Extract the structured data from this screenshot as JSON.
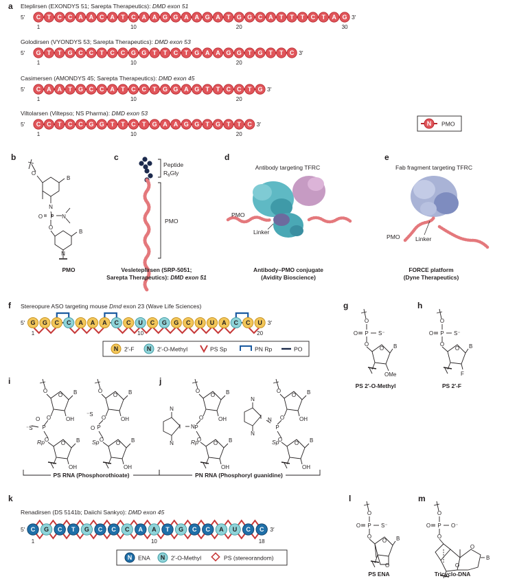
{
  "colors": {
    "pmo_fill": "#e0555a",
    "pmo_stroke": "#b8282e",
    "f2_fill": "#f2c659",
    "f2_stroke": "#c58f1e",
    "ome_fill": "#8fd3d8",
    "ome_stroke": "#3f9aa3",
    "ena_fill": "#1f6fa8",
    "ena_stroke": "#0f3e66",
    "ps_link": "#c73a3a",
    "pn_link": "#1a5aa0",
    "po_link": "#1b2a4a"
  },
  "panel_a": {
    "label": "a",
    "sequences": [
      {
        "name_plain": "Eteplirsen (EXONDYS 51; Sarepta Therapeutics): ",
        "name_target": "DMD exon 51",
        "bases": [
          "C",
          "T",
          "C",
          "C",
          "A",
          "A",
          "C",
          "A",
          "T",
          "C",
          "A",
          "A",
          "G",
          "G",
          "A",
          "A",
          "G",
          "A",
          "T",
          "G",
          "G",
          "C",
          "A",
          "T",
          "T",
          "T",
          "C",
          "T",
          "A",
          "G"
        ],
        "numbers": [
          "1",
          "10",
          "20",
          "30"
        ]
      },
      {
        "name_plain": "Golodirsen (VYONDYS 53; Sarepta Therapeutics): ",
        "name_target": "DMD exon 53",
        "bases": [
          "G",
          "T",
          "T",
          "G",
          "C",
          "C",
          "T",
          "C",
          "C",
          "G",
          "G",
          "T",
          "T",
          "C",
          "T",
          "G",
          "A",
          "A",
          "G",
          "G",
          "T",
          "G",
          "T",
          "T",
          "C"
        ],
        "numbers": [
          "1",
          "10",
          "20"
        ]
      },
      {
        "name_plain": "Casimersen (AMONDYS 45; Sarepta Therapeutics): ",
        "name_target": "DMD exon 45",
        "bases": [
          "C",
          "A",
          "A",
          "T",
          "G",
          "C",
          "C",
          "A",
          "T",
          "C",
          "C",
          "T",
          "G",
          "G",
          "A",
          "G",
          "T",
          "T",
          "C",
          "C",
          "T",
          "G"
        ],
        "numbers": [
          "1",
          "10",
          "20"
        ]
      },
      {
        "name_plain": "Viltolarsen (Viltepso; NS Pharma): ",
        "name_target": "DMD exon 53",
        "bases": [
          "C",
          "C",
          "T",
          "C",
          "C",
          "G",
          "G",
          "T",
          "T",
          "C",
          "T",
          "G",
          "A",
          "A",
          "G",
          "G",
          "T",
          "G",
          "T",
          "T",
          "C"
        ],
        "numbers": [
          "1",
          "10",
          "20"
        ]
      }
    ],
    "end5": "5′",
    "end3": "3′",
    "legend_symbol": "N",
    "legend_label": "PMO"
  },
  "panel_b": {
    "label": "b",
    "caption": "PMO",
    "atoms": {
      "b": "B",
      "o": "O",
      "n": "N",
      "p": "P"
    }
  },
  "panel_c": {
    "label": "c",
    "peptide": "Peptide",
    "r6": "R",
    "r6_sub": "6",
    "r6_tail": "Gly",
    "pmo": "PMO",
    "caption1": "Vesleteplirsen (SRP-5051;",
    "caption2_plain": "Sarepta Therapeutics): ",
    "caption2_target": "DMD exon 51"
  },
  "panel_d": {
    "label": "d",
    "title": "Antibody targeting TFRC",
    "pmo": "PMO",
    "linker": "Linker",
    "caption1": "Antibody–PMO conjugate",
    "caption2": "(Avidity Bioscience)"
  },
  "panel_e": {
    "label": "e",
    "title": "Fab fragment targeting TFRC",
    "pmo": "PMO",
    "linker": "Linker",
    "caption1": "FORCE platform",
    "caption2": "(Dyne Therapeutics)"
  },
  "panel_f": {
    "label": "f",
    "title_plain": "Stereopure ASO targeting mouse ",
    "title_target": "Dmd",
    "title_tail": " exon 23 (Wave Life Sciences)",
    "bases": [
      "G",
      "G",
      "C",
      "C",
      "A",
      "A",
      "A",
      "C",
      "C",
      "U",
      "C",
      "G",
      "G",
      "C",
      "U",
      "U",
      "A",
      "C",
      "C",
      "U"
    ],
    "kinds": [
      "F",
      "F",
      "F",
      "M",
      "F",
      "F",
      "F",
      "M",
      "F",
      "M",
      "F",
      "M",
      "F",
      "F",
      "F",
      "F",
      "F",
      "M",
      "F",
      "F"
    ],
    "numbers": [
      "1",
      "10",
      "20"
    ],
    "legend": {
      "n": "N",
      "f2": "2′-F",
      "ome": "2′-O-Methyl",
      "ps": "PS Sp",
      "pn": "PN Rp",
      "po": "PO"
    }
  },
  "panel_g": {
    "label": "g",
    "caption": "PS 2′-O-Methyl",
    "ome": "OMe"
  },
  "panel_h": {
    "label": "h",
    "caption": "PS 2′-F",
    "f": "F"
  },
  "panel_i": {
    "label": "i",
    "rp": "Rp",
    "sp": "Sp",
    "caption": "PS RNA (Phosphorothioate)"
  },
  "panel_j": {
    "label": "j",
    "rp": "Rp",
    "sp": "Sp",
    "caption": "PN RNA (Phosphoryl guanidine)"
  },
  "panel_k": {
    "label": "k",
    "title_plain": "Renadirsen (DS 5141b; Daiichi Sankyo): ",
    "title_target": "DMD exon 45",
    "bases": [
      "C",
      "G",
      "C",
      "T",
      "G",
      "C",
      "C",
      "C",
      "A",
      "A",
      "T",
      "G",
      "C",
      "C",
      "A",
      "U",
      "C",
      "C"
    ],
    "kinds": [
      "E",
      "M",
      "E",
      "E",
      "M",
      "E",
      "E",
      "M",
      "E",
      "M",
      "E",
      "M",
      "E",
      "E",
      "M",
      "M",
      "E",
      "E"
    ],
    "numbers": [
      "1",
      "10",
      "18"
    ],
    "legend": {
      "n": "N",
      "ena": "ENA",
      "ome": "2′-O-Methyl",
      "ps": "PS (stereorandom)"
    }
  },
  "panel_l": {
    "label": "l",
    "caption": "PS ENA"
  },
  "panel_m": {
    "label": "m",
    "caption": "Tricyclo-DNA"
  }
}
